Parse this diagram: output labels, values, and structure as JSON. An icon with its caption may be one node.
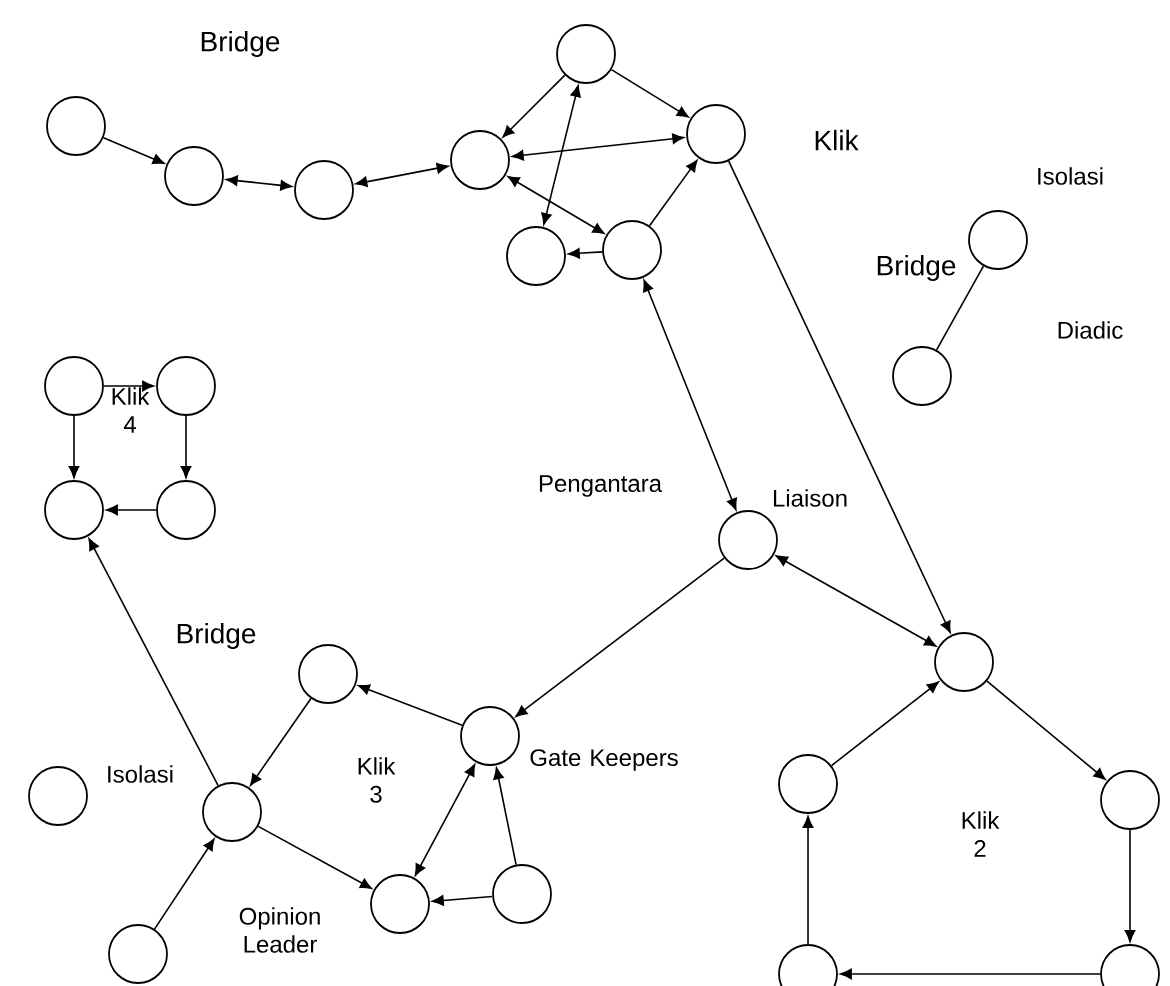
{
  "diagram": {
    "nodes": [
      {
        "text": [],
        "shape": "circle"
      },
      {
        "text": [],
        "shape": "circle"
      },
      {
        "text": [],
        "shape": "circle"
      },
      {
        "text": [],
        "shape": "circle"
      },
      {
        "text": [],
        "shape": "circle"
      },
      {
        "text": [],
        "shape": "circle"
      },
      {
        "text": [],
        "shape": "circle"
      },
      {
        "text": [],
        "shape": "circle"
      },
      {
        "text": [],
        "shape": "circle",
        "beside": [
          "Isolasi"
        ]
      },
      {
        "text": [],
        "shape": "circle"
      },
      {
        "text": [],
        "shape": "circle"
      },
      {
        "text": [],
        "shape": "circle"
      },
      {
        "text": [],
        "shape": "circle"
      },
      {
        "text": [],
        "shape": "circle"
      },
      {
        "text": [],
        "shape": "circle",
        "beside": [
          "Liaison"
        ]
      },
      {
        "text": [],
        "shape": "circle"
      },
      {
        "text": [],
        "shape": "circle"
      },
      {
        "text": [],
        "shape": "circle",
        "beside": [
          "Gate Keepers"
        ]
      },
      {
        "text": [],
        "shape": "circle"
      },
      {
        "text": [],
        "shape": "circle",
        "beside": [
          "Isolasi"
        ]
      },
      {
        "text": [],
        "shape": "circle"
      },
      {
        "text": [],
        "shape": "circle",
        "beside": [
          "Opinion Leader"
        ]
      },
      {
        "text": [],
        "shape": "circle"
      },
      {
        "text": [],
        "shape": "circle"
      },
      {
        "text": [],
        "shape": "circle"
      },
      {
        "text": [],
        "shape": "circle"
      },
      {
        "text": [],
        "shape": "circle"
      }
    ],
    "edges": [
      {
        "from": 0,
        "to": 3,
        "arrow": "to"
      },
      {
        "from": 3,
        "to": 4,
        "arrow": "both"
      },
      {
        "from": 4,
        "to": 2,
        "arrow": "both"
      },
      {
        "from": 1,
        "to": 2,
        "arrow": "to"
      },
      {
        "from": 2,
        "to": 5,
        "arrow": "both"
      },
      {
        "from": 1,
        "to": 5,
        "arrow": "to"
      },
      {
        "from": 1,
        "to": 6,
        "arrow": "both"
      },
      {
        "from": 2,
        "to": 7,
        "arrow": "both"
      },
      {
        "from": 7,
        "to": 6,
        "arrow": "to"
      },
      {
        "from": 7,
        "to": 5,
        "arrow": "to"
      },
      {
        "from": 7,
        "to": 14,
        "arrow": "both"
      },
      {
        "from": 5,
        "to": 15,
        "arrow": "to"
      },
      {
        "from": 14,
        "to": 15,
        "arrow": "both"
      },
      {
        "from": 14,
        "to": 17,
        "arrow": "to"
      },
      {
        "from": 15,
        "to": 20,
        "arrow": "to"
      },
      {
        "from": 20,
        "to": 26,
        "arrow": "to"
      },
      {
        "from": 26,
        "to": 25,
        "arrow": "to"
      },
      {
        "from": 25,
        "to": 18,
        "arrow": "to"
      },
      {
        "from": 18,
        "to": 15,
        "arrow": "to"
      },
      {
        "from": 8,
        "to": 9,
        "arrow": "none"
      },
      {
        "from": 10,
        "to": 11,
        "arrow": "to"
      },
      {
        "from": 10,
        "to": 12,
        "arrow": "to"
      },
      {
        "from": 11,
        "to": 13,
        "arrow": "to"
      },
      {
        "from": 13,
        "to": 12,
        "arrow": "to"
      },
      {
        "from": 21,
        "to": 12,
        "arrow": "to"
      },
      {
        "from": 17,
        "to": 16,
        "arrow": "to"
      },
      {
        "from": 16,
        "to": 21,
        "arrow": "to"
      },
      {
        "from": 21,
        "to": 23,
        "arrow": "to"
      },
      {
        "from": 17,
        "to": 23,
        "arrow": "both"
      },
      {
        "from": 22,
        "to": 17,
        "arrow": "to"
      },
      {
        "from": 22,
        "to": 23,
        "arrow": "to"
      },
      {
        "from": 24,
        "to": 21,
        "arrow": "to"
      }
    ],
    "labels": [
      "Bridge",
      "Klik",
      "Bridge",
      "Diadic",
      "Klik 4",
      "Pengantara",
      "Bridge",
      "Klik 3",
      "Klik 2"
    ]
  }
}
